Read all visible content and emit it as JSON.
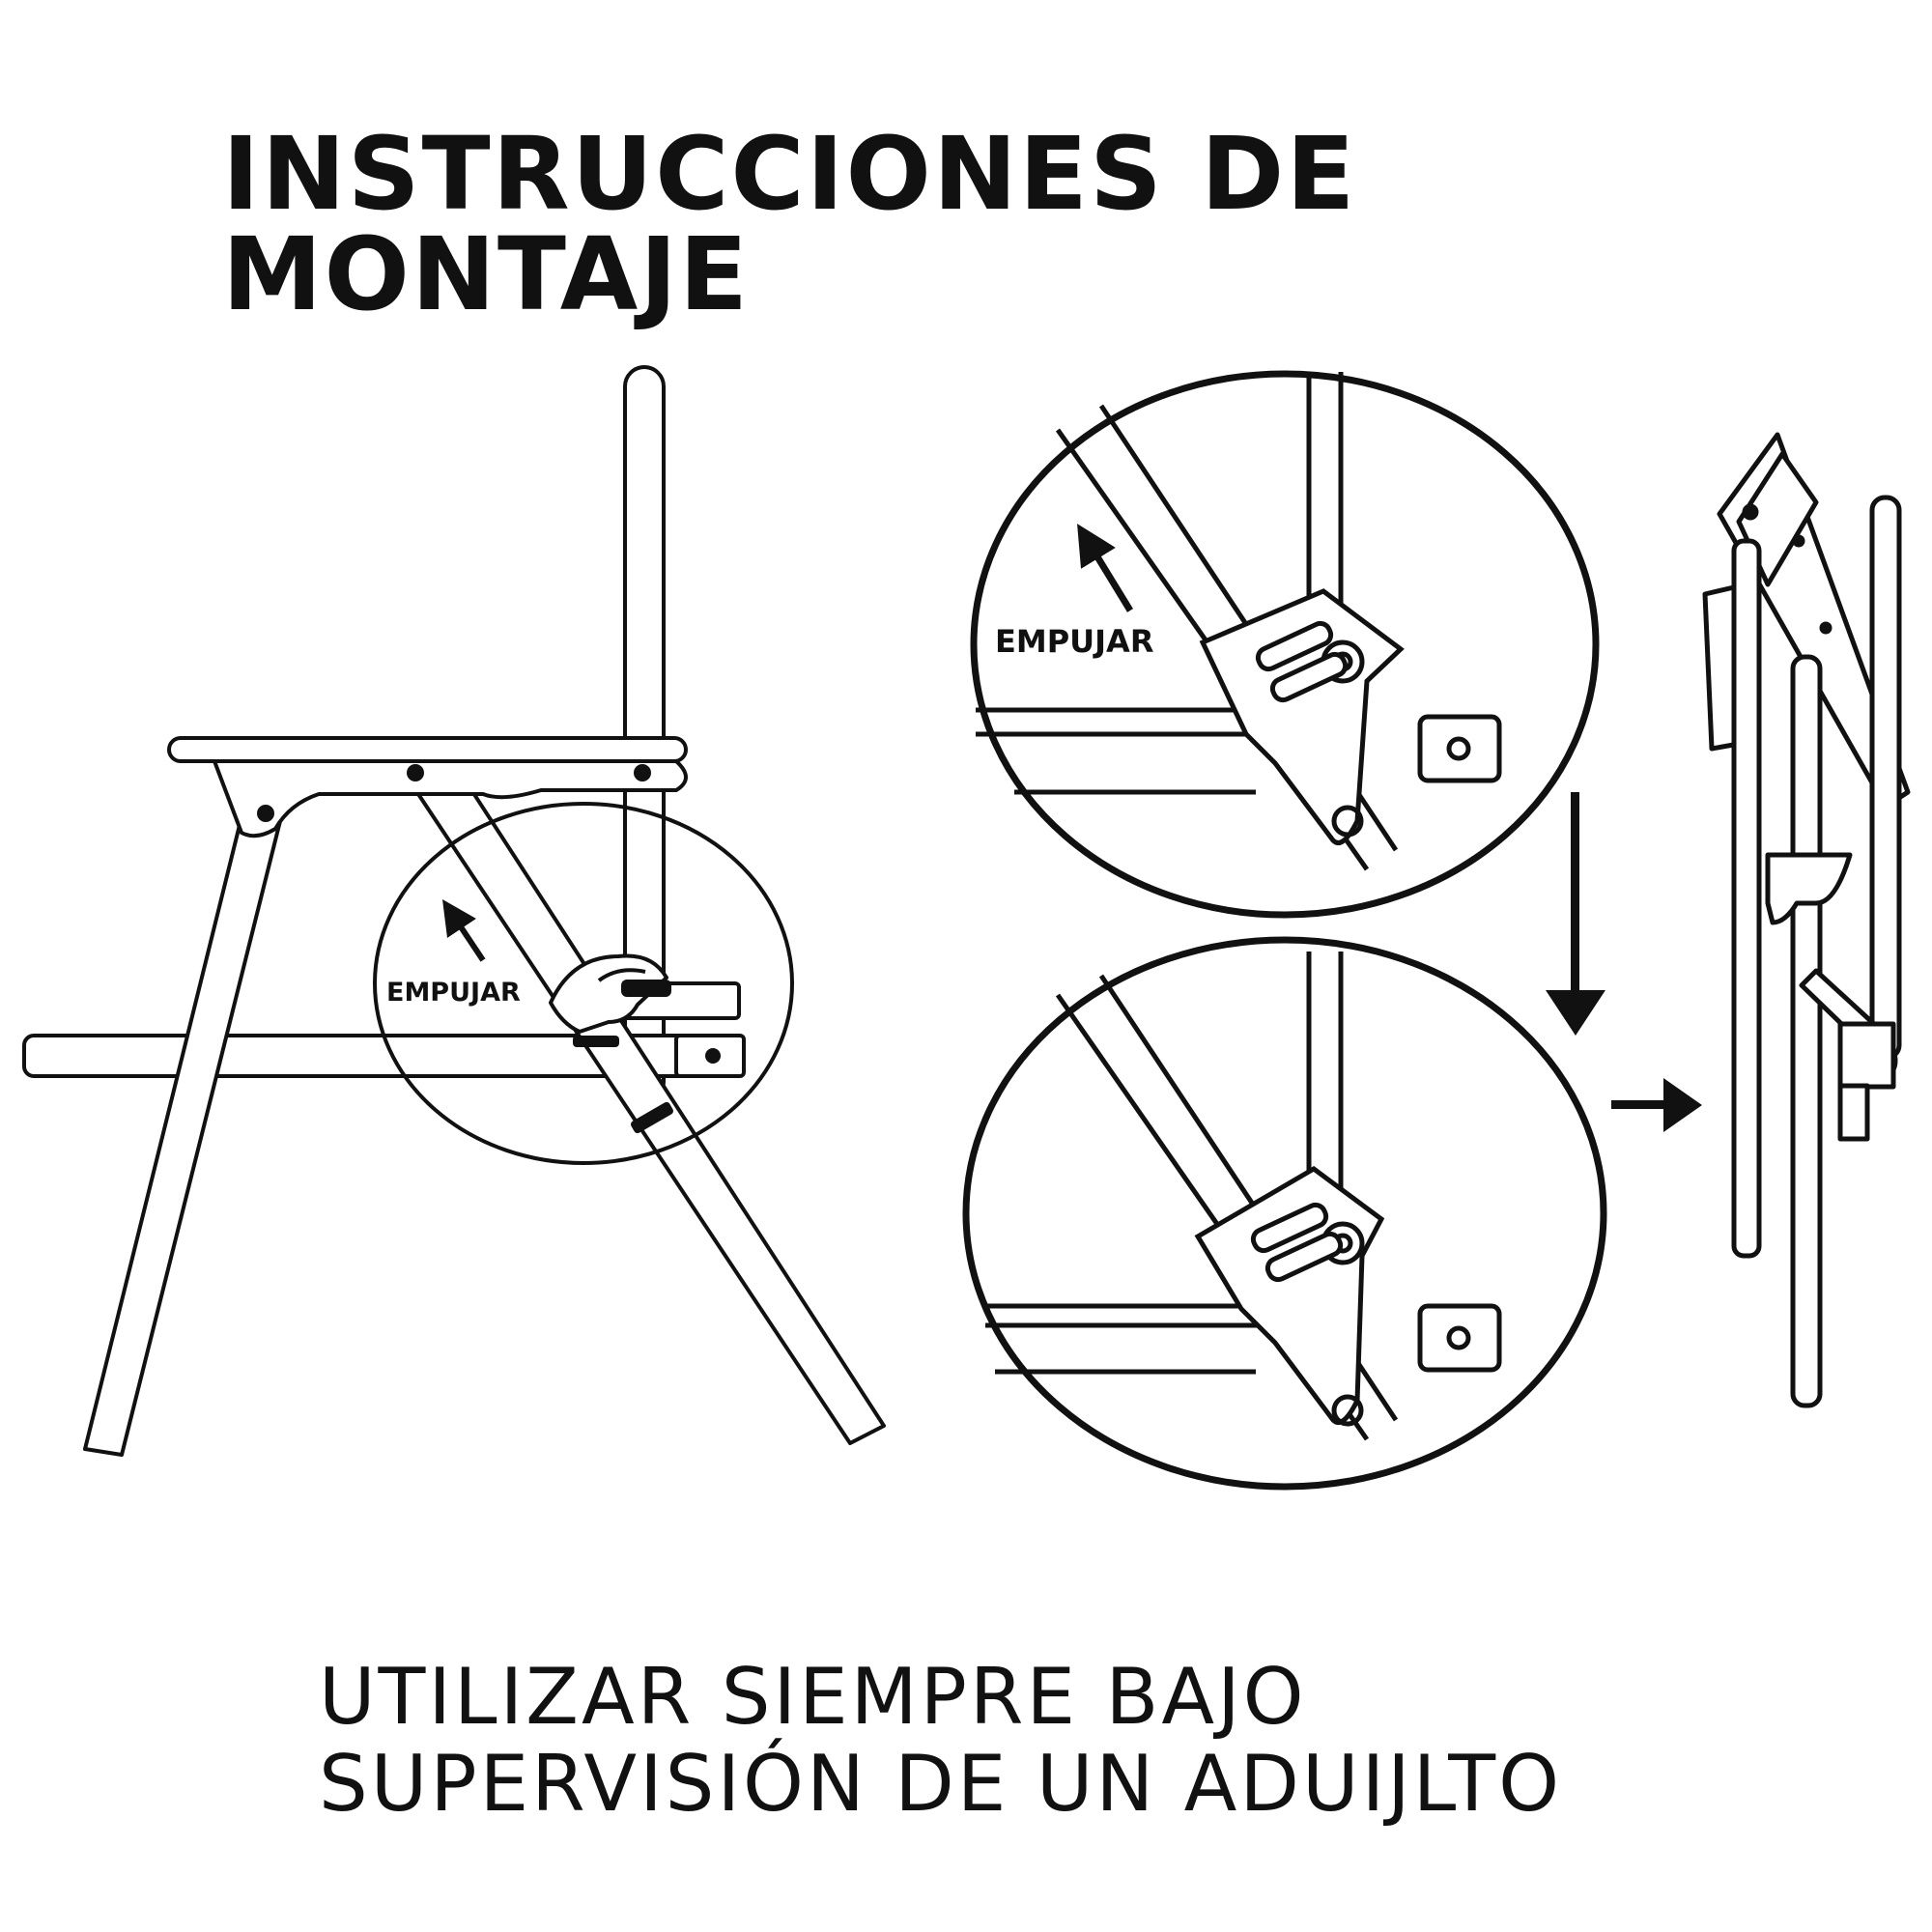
{
  "title": "INSTRUCCIONES DE MONTAJE",
  "labels": {
    "push_main": "EMPUJAR",
    "push_detail": "EMPUJAR"
  },
  "footer": {
    "line1": "UTILIZAR SIEMPRE BAJO",
    "line2": "SUPERVISIÓN DE UN ADUIJLTO"
  },
  "icons": [
    "arrow-up-left-icon",
    "arrow-down-icon",
    "arrow-right-icon"
  ],
  "colors": {
    "ink": "#111111",
    "background": "#ffffff"
  }
}
